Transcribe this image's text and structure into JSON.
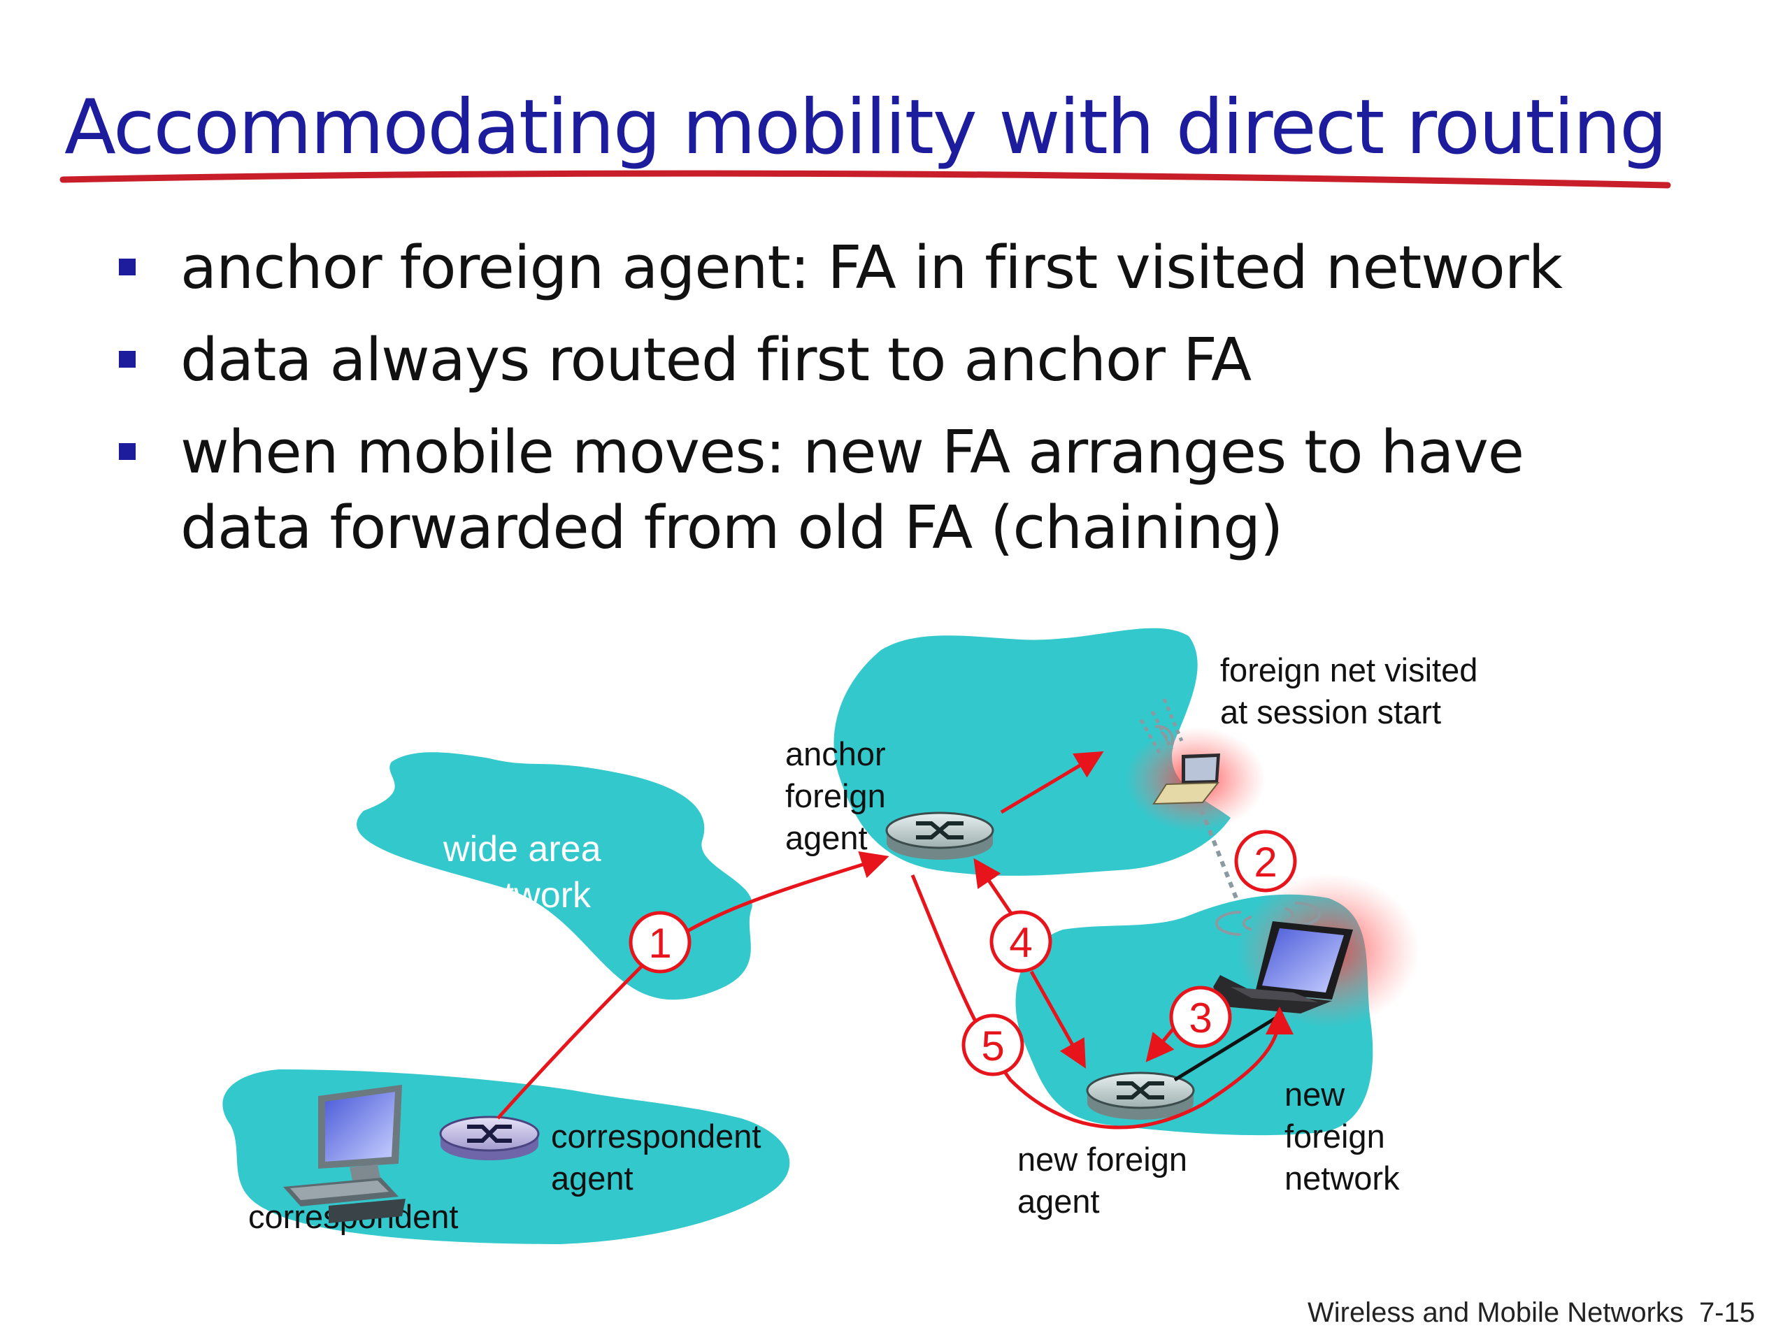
{
  "title": "Accommodating mobility with direct routing",
  "bullets": [
    {
      "lines": [
        "anchor foreign agent: FA in first visited network"
      ]
    },
    {
      "lines": [
        "data always routed first to anchor FA"
      ]
    },
    {
      "lines": [
        "when mobile moves: new FA arranges to have",
        "data forwarded from old FA (chaining)"
      ]
    }
  ],
  "diagram": {
    "wan_label": [
      "wide area",
      "network"
    ],
    "correspondent_label": "correspondent",
    "correspondent_agent_label": [
      "correspondent",
      "agent"
    ],
    "anchor_fa_label": [
      "anchor",
      "foreign",
      "agent"
    ],
    "foreign_net_label": [
      "foreign net  visited",
      "at session start"
    ],
    "new_fa_label": [
      "new foreign",
      "agent"
    ],
    "new_foreign_network_label": [
      "new",
      "foreign",
      "network"
    ],
    "steps": [
      "1",
      "2",
      "3",
      "4",
      "5"
    ]
  },
  "footer": {
    "text": "Wireless and Mobile Networks",
    "page": "7-15"
  },
  "colors": {
    "title": "#1c1c9c",
    "accent_red": "#e8141c",
    "cloud": "#33c8cc",
    "underline": "#c81e2a"
  },
  "icons": [
    "router-icon",
    "desktop-computer-icon",
    "laptop-icon",
    "wireless-signal-icon"
  ]
}
